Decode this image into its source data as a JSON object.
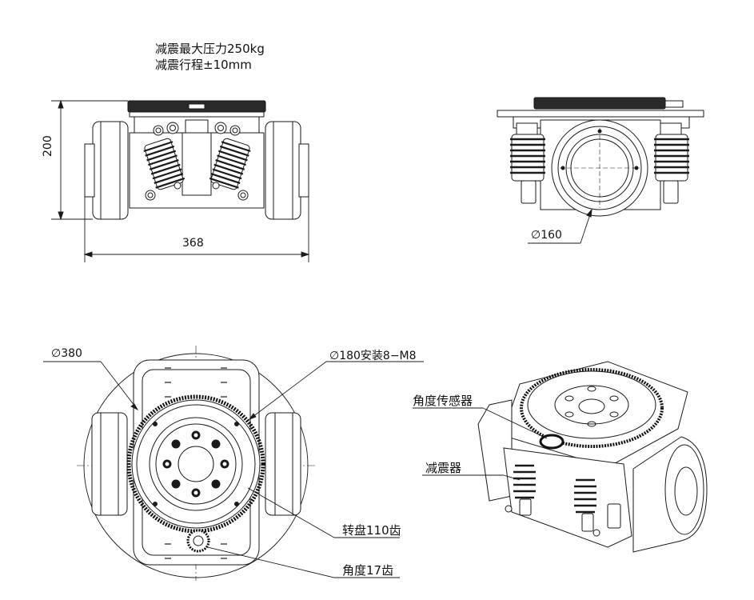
{
  "notes": {
    "max_pressure": "减震最大压力250kg",
    "travel": "减震行程±10mm"
  },
  "dimensions": {
    "height": "200",
    "width": "368",
    "bore_diameter": "∅160",
    "outer_diameter": "∅380",
    "mount_circle": "∅180安装8−M8"
  },
  "labels": {
    "turntable": "转盘110齿",
    "angle_gear": "角度17齿",
    "angle_sensor": "角度传感器",
    "shock_absorber": "减震器"
  }
}
